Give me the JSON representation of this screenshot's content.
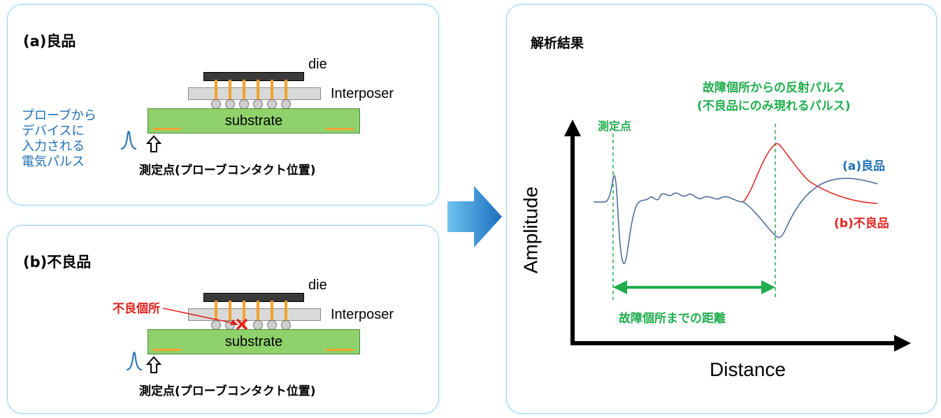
{
  "panel_a": {
    "title": "(a)良品",
    "die_label": "die",
    "interposer_label": "Interposer",
    "substrate_label": "substrate",
    "pulse_text": [
      "プローブから",
      "デバイスに",
      "入力される",
      "電気パルス"
    ],
    "measure_label": "測定点(プローブコンタクト位置)"
  },
  "panel_b": {
    "title": "(b)不良品",
    "die_label": "die",
    "interposer_label": "Interposer",
    "substrate_label": "substrate",
    "defect_label": "不良個所",
    "measure_label": "測定点(プローブコンタクト位置)"
  },
  "result": {
    "title": "解析結果",
    "reflect_label_1": "故障個所からの反射パルス",
    "reflect_label_2": "(不良品にのみ現れるパルス)",
    "measure_point": "測定点",
    "good_label": "(a)良品",
    "bad_label": "(b)不良品",
    "distance_label": "故障個所までの距離",
    "ylabel": "Amplitude",
    "xlabel": "Distance"
  },
  "colors": {
    "panel_border": "#9ed3ef",
    "blue": "#1f6fb5",
    "green": "#21ad4e",
    "red": "#e0231f",
    "substrate": "#8fd16b",
    "trace": "#f4a12b"
  }
}
